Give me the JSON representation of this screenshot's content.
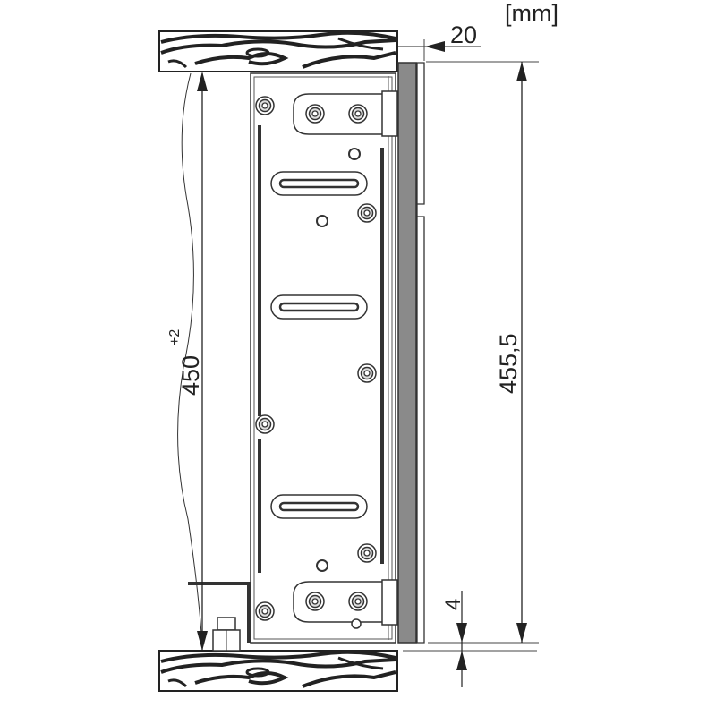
{
  "units_label": "[mm]",
  "dimensions": {
    "top_offset": "20",
    "inner_height": "450",
    "inner_height_tolerance": "+2",
    "overall_height": "455,5",
    "bottom_gap": "4"
  },
  "colors": {
    "line": "#333333",
    "panel_gray": "#8a8a8a",
    "wood": "#222222"
  }
}
